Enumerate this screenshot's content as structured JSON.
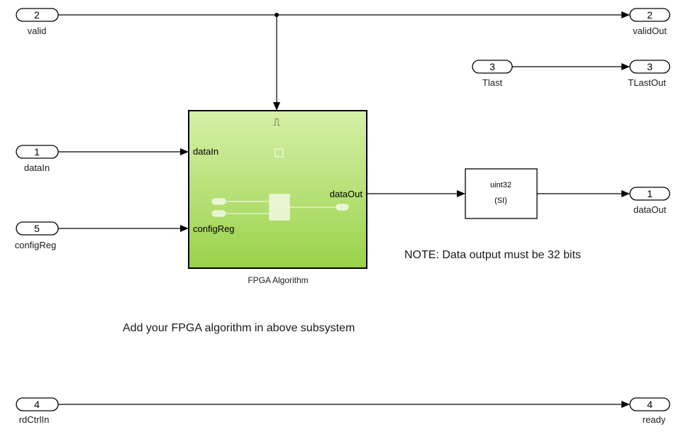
{
  "inports": {
    "valid": {
      "number": "2",
      "label": "valid"
    },
    "tlast": {
      "number": "3",
      "label": "Tlast"
    },
    "dataIn": {
      "number": "1",
      "label": "dataIn"
    },
    "configReg": {
      "number": "5",
      "label": "configReg"
    },
    "rdCtrlIn": {
      "number": "4",
      "label": "rdCtrlIn"
    }
  },
  "outports": {
    "validOut": {
      "number": "2",
      "label": "validOut"
    },
    "tlastOut": {
      "number": "3",
      "label": "TLastOut"
    },
    "dataOut": {
      "number": "1",
      "label": "dataOut"
    },
    "ready": {
      "number": "4",
      "label": "ready"
    }
  },
  "subsystem": {
    "name": "FPGA Algorithm",
    "enable_symbol": "⎍",
    "in_ports": [
      "dataIn",
      "configReg"
    ],
    "out_ports": [
      "dataOut"
    ],
    "fill_colors": [
      "#d6f0a8",
      "#9ad24a"
    ]
  },
  "converter": {
    "line1": "uint32",
    "line2": "(SI)"
  },
  "annotations": {
    "note": "NOTE: Data output must be 32 bits",
    "instruction": "Add your FPGA algorithm in above subsystem"
  }
}
